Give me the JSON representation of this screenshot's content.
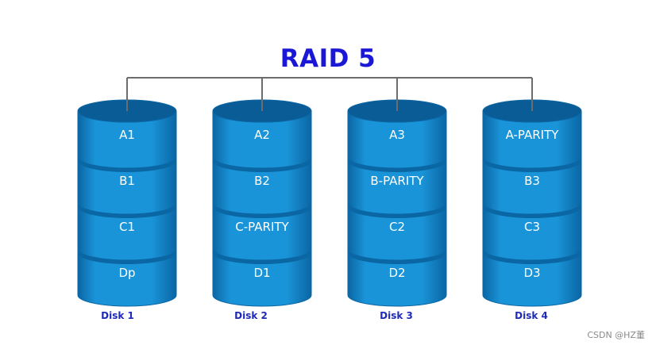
{
  "title": "RAID 5",
  "colors": {
    "title": "#1a18d6",
    "disk_label": "#1e2ab8",
    "connector": "#6d6d6d",
    "segment_face": "#1a94d8",
    "segment_dark": "#0b66a4",
    "top_cap": "#0a5c96",
    "cell_text": "#ffffff"
  },
  "disks": [
    {
      "label": "Disk 1",
      "blocks": [
        "A1",
        "B1",
        "C1",
        "Dp"
      ]
    },
    {
      "label": "Disk 2",
      "blocks": [
        "A2",
        "B2",
        "C-PARITY",
        "D1"
      ]
    },
    {
      "label": "Disk 3",
      "blocks": [
        "A3",
        "B-PARITY",
        "C2",
        "D2"
      ]
    },
    {
      "label": "Disk 4",
      "blocks": [
        "A-PARITY",
        "B3",
        "C3",
        "D3"
      ]
    }
  ],
  "watermark": "CSDN @HZ董"
}
